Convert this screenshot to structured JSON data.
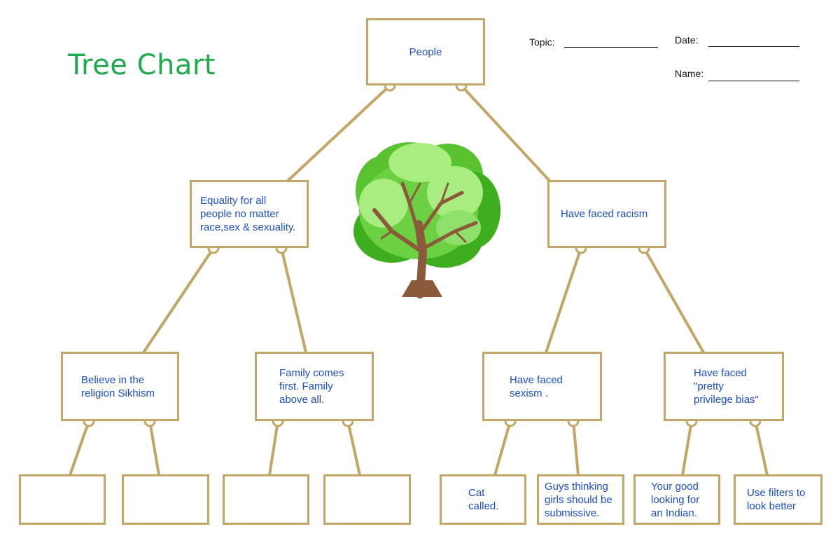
{
  "title": "Tree Chart",
  "form": {
    "topic_label": "Topic:",
    "date_label": "Date:",
    "name_label": "Name:"
  },
  "colors": {
    "title": "#1fab4d",
    "border": "#c3a565",
    "text": "#1b4fc8",
    "tree_trunk": "#8a5a3a",
    "tree_leaves_dark": "#3fae1e",
    "tree_leaves_light": "#8fe06a"
  },
  "tree": {
    "root": "People",
    "level1": [
      "Equality for all\npeople no matter\nrace,sex & sexuality.",
      "Have faced racism"
    ],
    "level2": [
      "Believe in the\nreligion Sikhism",
      "Family comes\nfirst. Family\nabove all.",
      "Have faced\nsexism .",
      "Have faced\n\"pretty\nprivilege bias\""
    ],
    "level3": [
      "",
      "",
      "",
      "",
      "Cat\ncalled.",
      "Guys thinking\ngirls should be\nsubmissive.",
      "Your good\nlooking for\nan Indian.",
      "Use filters to\nlook better"
    ]
  },
  "icons": {
    "center": "tree-clipart-icon",
    "leaf_images": [
      "temple-photo-icon",
      "gold-temple-photo-icon",
      "text-document-icon",
      "quote-image-icon"
    ]
  }
}
